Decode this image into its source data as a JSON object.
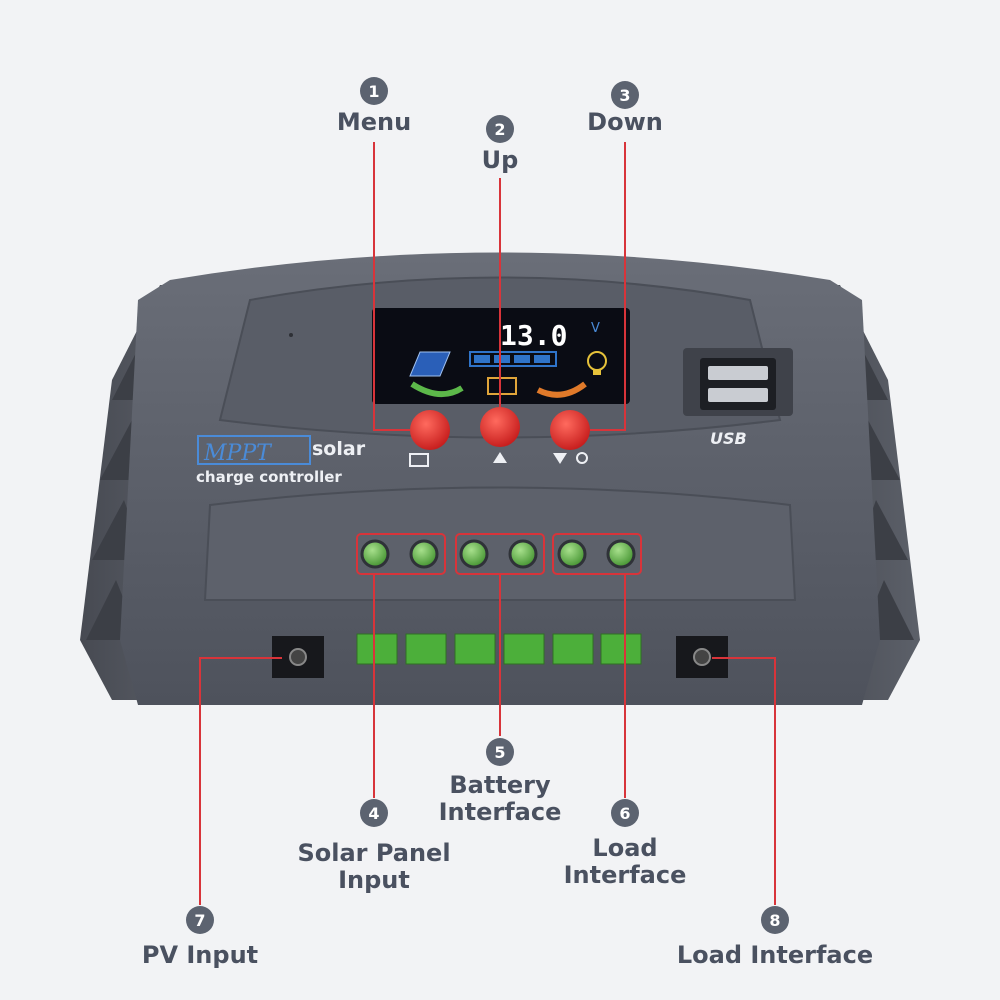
{
  "device": {
    "lcd_reading": "13.0",
    "lcd_unit": "V",
    "logo_mppt": "MPPT",
    "logo_solar": "solar",
    "logo_line2": "charge controller",
    "usb_label": "USB"
  },
  "callouts": [
    {
      "number": "1",
      "lines": [
        "Menu"
      ]
    },
    {
      "number": "2",
      "lines": [
        "Up"
      ]
    },
    {
      "number": "3",
      "lines": [
        "Down"
      ]
    },
    {
      "number": "4",
      "lines": [
        "Solar Panel",
        "Input"
      ]
    },
    {
      "number": "5",
      "lines": [
        "Battery",
        "Interface"
      ]
    },
    {
      "number": "6",
      "lines": [
        "Load",
        "Interface"
      ]
    },
    {
      "number": "7",
      "lines": [
        "PV Input"
      ]
    },
    {
      "number": "8",
      "lines": [
        "Load Interface"
      ]
    }
  ],
  "colors": {
    "background": "#f2f3f5",
    "housing": "#5a5e68",
    "callout_line": "#d8343a",
    "badge": "#5c6370",
    "label_text": "#4a5160",
    "button": "#e02a2a",
    "terminal_green": "#4caf3a"
  }
}
